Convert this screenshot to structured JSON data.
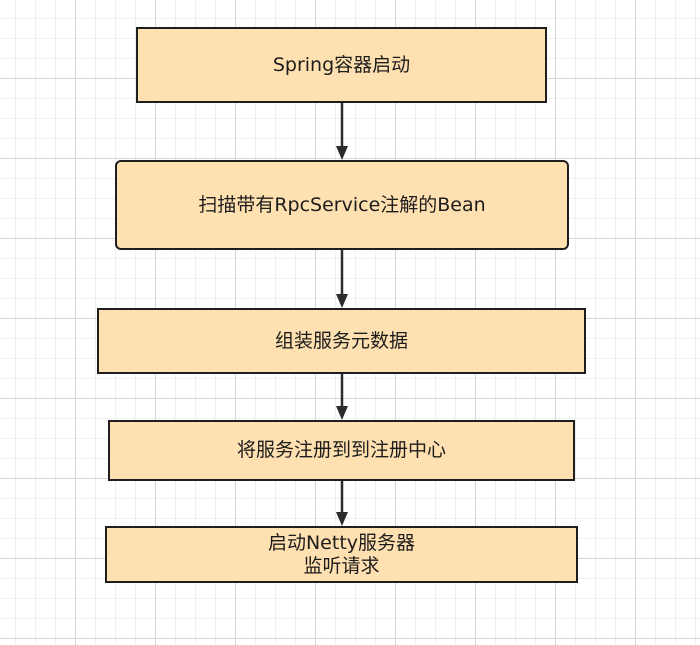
{
  "colors": {
    "node_fill": "#ffe0b0",
    "node_border": "#1e1e1e",
    "arrow": "#2c2c2c",
    "grid_major": "#d6d6d6",
    "grid_minor": "#f0f0f0"
  },
  "flowchart": {
    "steps": [
      {
        "id": "step1",
        "shape": "rectangle",
        "lines": [
          "Spring容器启动"
        ]
      },
      {
        "id": "step2",
        "shape": "rounded-rectangle",
        "lines": [
          "扫描带有RpcService注解的Bean"
        ]
      },
      {
        "id": "step3",
        "shape": "rectangle",
        "lines": [
          "组装服务元数据"
        ]
      },
      {
        "id": "step4",
        "shape": "rectangle",
        "lines": [
          "将服务注册到到注册中心"
        ]
      },
      {
        "id": "step5",
        "shape": "rectangle",
        "lines": [
          "启动Netty服务器",
          "监听请求"
        ]
      }
    ],
    "edges": [
      {
        "from": "step1",
        "to": "step2"
      },
      {
        "from": "step2",
        "to": "step3"
      },
      {
        "from": "step3",
        "to": "step4"
      },
      {
        "from": "step4",
        "to": "step5"
      }
    ]
  }
}
